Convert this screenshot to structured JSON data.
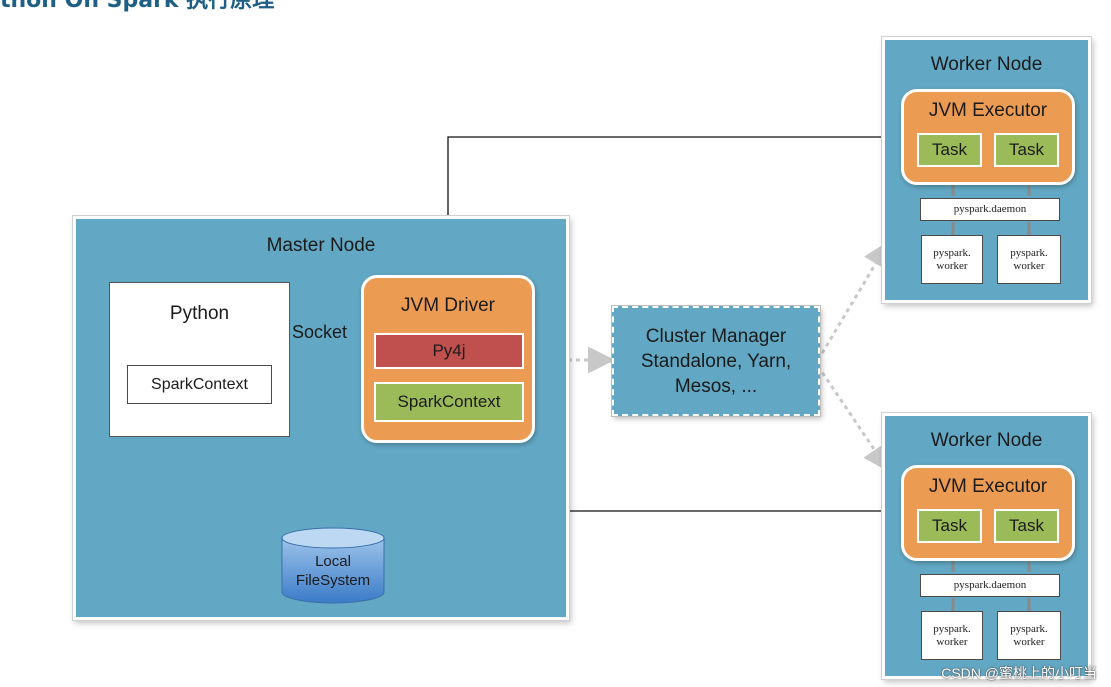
{
  "page_title": "thon On Spark 执行原理",
  "master": {
    "title": "Master Node"
  },
  "python": {
    "title": "Python",
    "spark_context": "SparkContext"
  },
  "socket": "Socket",
  "driver": {
    "title": "JVM Driver",
    "py4j": "Py4j",
    "spark_context": "SparkContext"
  },
  "storage": {
    "line1": "Local",
    "line2": "FileSystem"
  },
  "cluster_manager": {
    "line1": "Cluster Manager",
    "line2": "Standalone, Yarn,",
    "line3": "Mesos, ..."
  },
  "workers": [
    {
      "title": "Worker Node",
      "executor": "JVM Executor",
      "task1": "Task",
      "task2": "Task",
      "daemon": "pyspark.daemon",
      "worker1": [
        "pyspark.",
        "worker"
      ],
      "worker2": [
        "pyspark.",
        "worker"
      ]
    },
    {
      "title": "Worker Node",
      "executor": "JVM Executor",
      "task1": "Task",
      "task2": "Task",
      "daemon": "pyspark.daemon",
      "worker1": [
        "pyspark.",
        "worker"
      ],
      "worker2": [
        "pyspark.",
        "worker"
      ]
    }
  ],
  "watermark": "CSDN @蜜桃上的小叮当",
  "colors": {
    "node_bg": "#62a7c3",
    "orange": "#ec9b52",
    "green": "#9bbb59",
    "red": "#c0504d",
    "title": "#1f5f86"
  }
}
